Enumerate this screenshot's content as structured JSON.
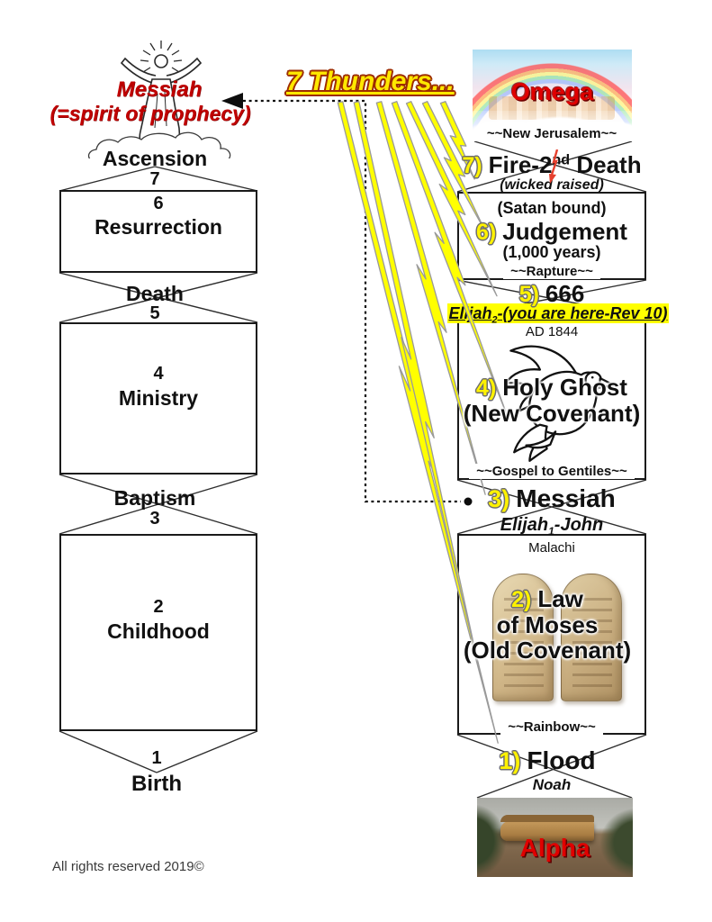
{
  "page": {
    "title": "7 Thunders...",
    "footer": "All rights reserved 2019©"
  },
  "colors": {
    "accent_yellow": "#FFF200",
    "bolt_yellow": "#FFFF00",
    "highlight_yellow": "#FFFF00",
    "red_text": "#C00000",
    "title_outline_red": "#9D2D00"
  },
  "messiah_figure": {
    "name": "Messiah",
    "subtitle": "(=spirit of prophecy)"
  },
  "left": {
    "ascension": "Ascension",
    "n7": "7",
    "box6": {
      "num": "6",
      "label": "Resurrection"
    },
    "death": "Death",
    "n5": "5",
    "box4": {
      "num": "4",
      "label": "Ministry"
    },
    "baptism": "Baptism",
    "n3": "3",
    "box2": {
      "num": "2",
      "label": "Childhood"
    },
    "n1": "1",
    "birth": "Birth"
  },
  "right": {
    "omega": "Omega",
    "new_jerusalem": "~~New Jerusalem~~",
    "e7": {
      "num": "7)",
      "t1": "Fire-2",
      "sup": "nd",
      "t2": " Death",
      "note": "(wicked raised)"
    },
    "box6": {
      "satan": "(Satan bound)",
      "num": "6)",
      "label": "Judgement",
      "years": "(1,000 years)",
      "rapture": "~~Rapture~~"
    },
    "e5": {
      "num": "5)",
      "label": "666"
    },
    "elijah2": {
      "name": "Elijah",
      "sub": "2",
      "rest": "-(you are here-Rev 10)"
    },
    "ad1844": "AD 1844",
    "box4": {
      "num": "4)",
      "l1": "Holy Ghost",
      "l2": "(New Covenant)",
      "gospel": "~~Gospel to Gentiles~~"
    },
    "e3": {
      "num": "3)",
      "label": "Messiah"
    },
    "elijah1": {
      "name": "Elijah",
      "sub": "1",
      "rest": "-John"
    },
    "malachi": "Malachi",
    "box2": {
      "num": "2)",
      "l1": "Law",
      "l2": "of Moses",
      "l3": "(Old Covenant)",
      "rainbow": "~~Rainbow~~"
    },
    "e1": {
      "num": "1)",
      "label": "Flood"
    },
    "noah": "Noah",
    "alpha": "Alpha"
  }
}
